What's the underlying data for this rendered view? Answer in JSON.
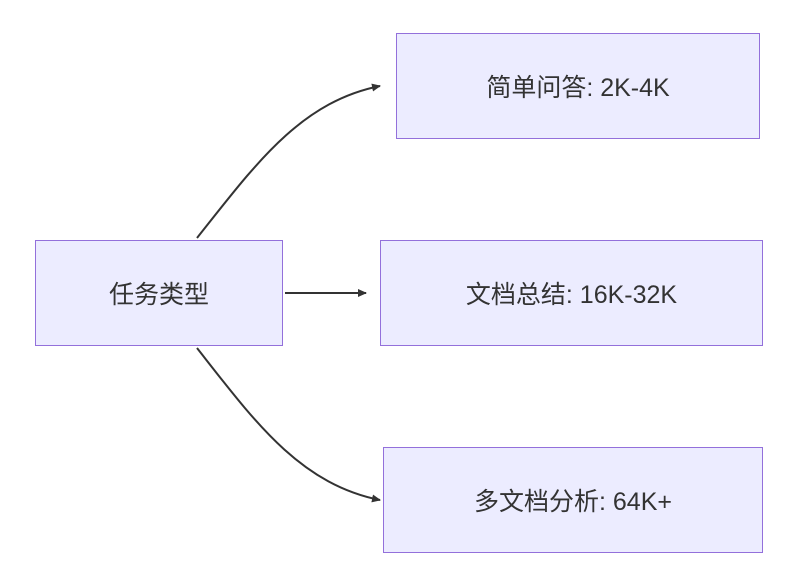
{
  "diagram": {
    "root": {
      "label": "任务类型"
    },
    "nodes": [
      {
        "id": "simple-qa",
        "label": "简单问答: 2K-4K"
      },
      {
        "id": "doc-summary",
        "label": "文档总结: 16K-32K"
      },
      {
        "id": "multi-doc",
        "label": "多文档分析: 64K+"
      }
    ],
    "colors": {
      "node_fill": "#ECECFF",
      "node_border": "#9370DB",
      "arrow": "#333333",
      "text": "#333333"
    }
  }
}
